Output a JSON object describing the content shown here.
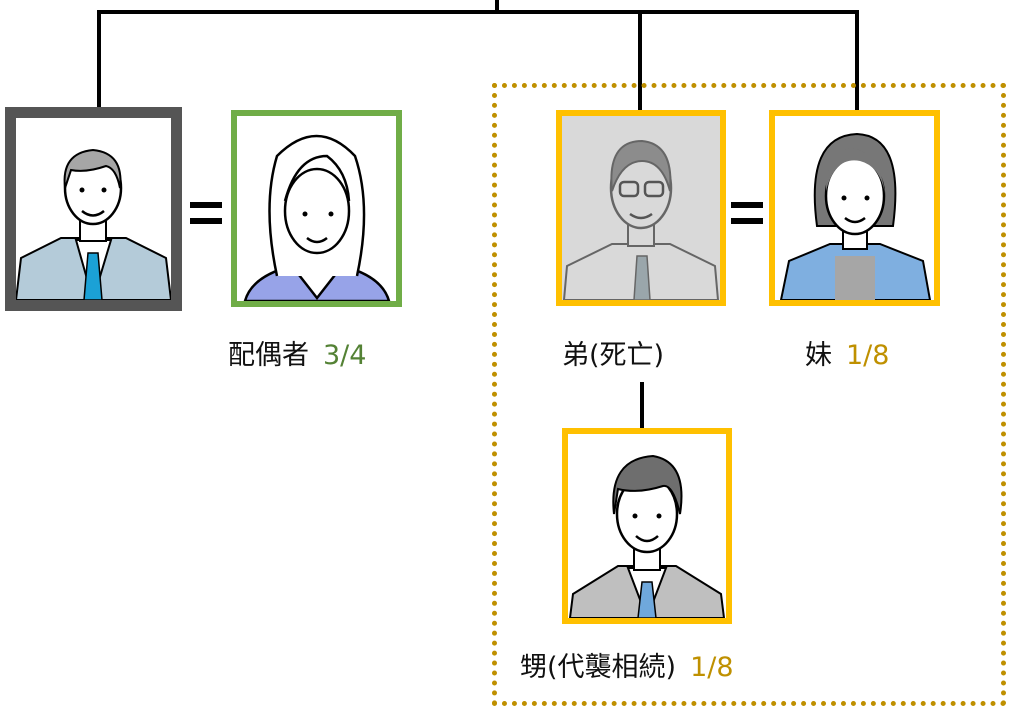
{
  "colors": {
    "deceased": "#555555",
    "spouse": "#70ad47",
    "heir": "#ffc000",
    "share_spouse": "#548235",
    "share_heir": "#bf9000",
    "group": "#bf9000"
  },
  "people": {
    "deceased": {
      "label": ""
    },
    "spouse": {
      "label": "配偶者",
      "share": "3/4"
    },
    "brother": {
      "label": "弟(死亡)"
    },
    "sister": {
      "label": "妹",
      "share": "1/8"
    },
    "nephew": {
      "label": "甥(代襲相続)",
      "share": "1/8"
    }
  }
}
